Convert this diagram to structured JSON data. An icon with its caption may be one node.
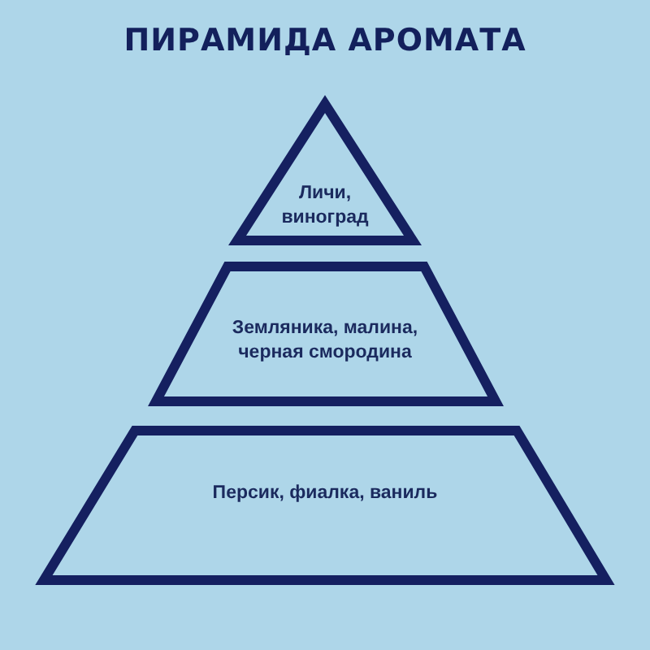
{
  "diagram": {
    "title": "ПИРАМИДА АРОМАТА",
    "nodes": [
      {
        "text": [
          "Личи, виноград"
        ]
      },
      {
        "text": [
          "Земляника, малина, черная смородина"
        ]
      },
      {
        "text": [
          "Персик, фиалка, ваниль"
        ]
      }
    ]
  }
}
